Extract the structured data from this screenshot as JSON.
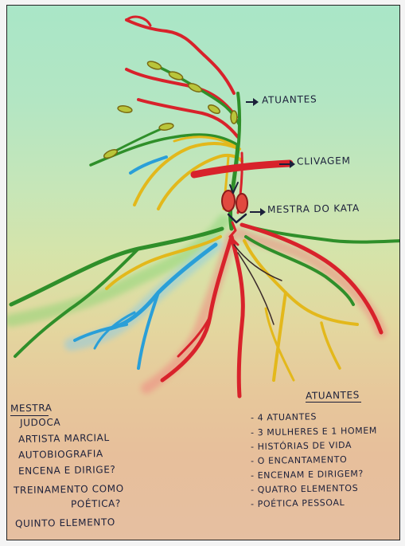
{
  "labels": {
    "atuantes": "ATUANTES",
    "clivagem": "CLIVAGEM",
    "mestra_do_kata": "MESTRA DO KATA"
  },
  "left_notes": {
    "title": "MESTRA",
    "items": [
      "JUDOCA",
      "ARTISTA MARCIAL",
      "AUTOBIOGRAFIA",
      "ENCENA E DIRIGE?",
      "TREINAMENTO COMO",
      "POÉTICA?",
      "QUINTO ELEMENTO"
    ]
  },
  "right_notes": {
    "title": "ATUANTES",
    "items": [
      "- 4 ATUANTES",
      "- 3 MULHERES E 1 HOMEM",
      "- HISTÓRIAS DE VIDA",
      "- O ENCANTAMENTO",
      "- ENCENAM E DIRIGEM?",
      "- QUATRO ELEMENTOS",
      "- POÉTICA PESSOAL"
    ]
  },
  "colors": {
    "red": "#d8222b",
    "green": "#2f8f2a",
    "yellow": "#e3b81b",
    "blue": "#2a9fd8",
    "ink": "#1b1f3a"
  }
}
